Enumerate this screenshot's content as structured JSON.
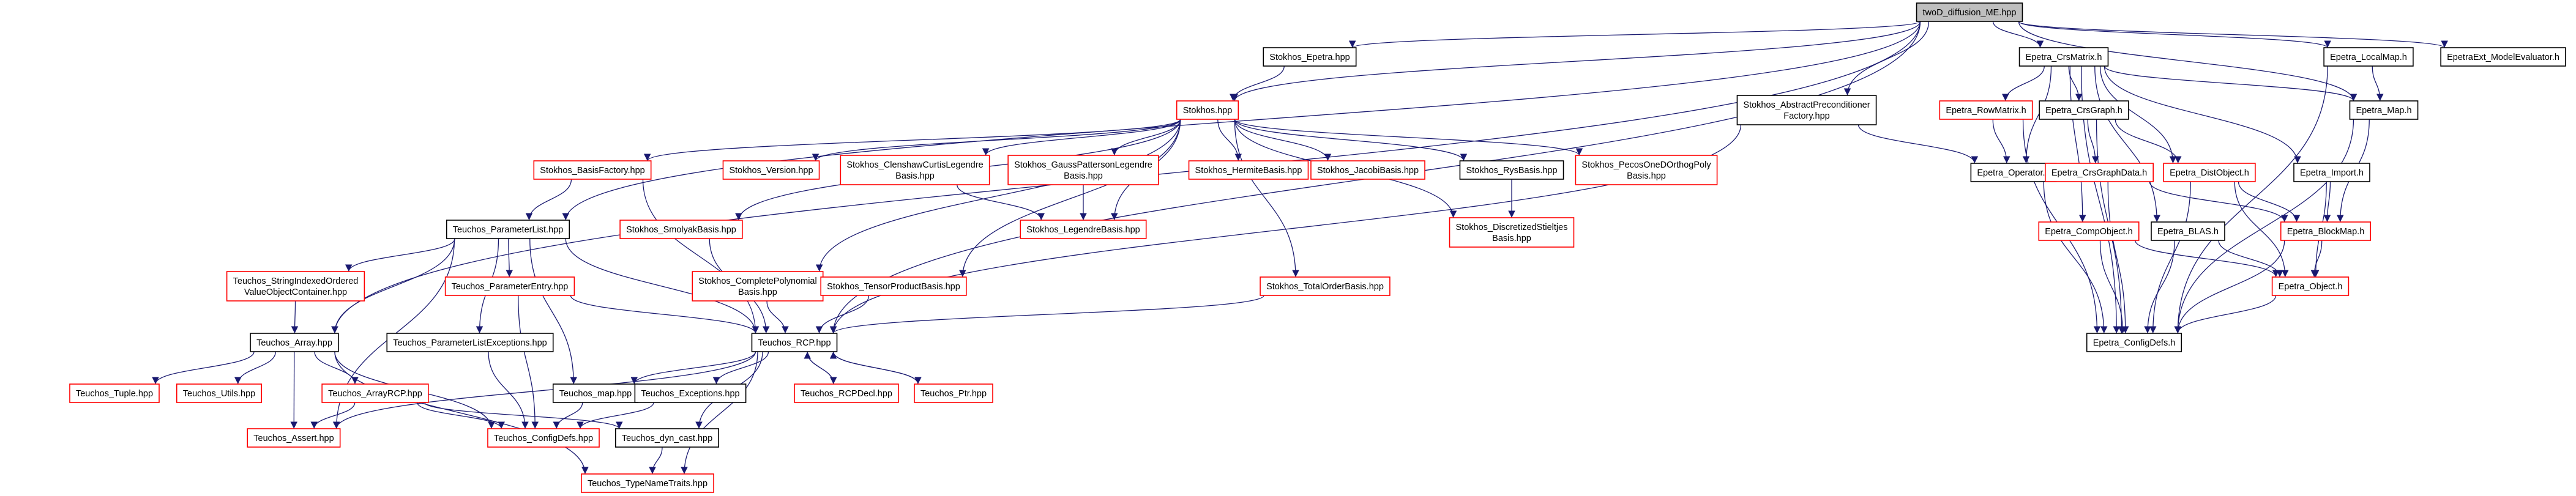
{
  "diagram": {
    "type": "include-dependency-graph",
    "colors": {
      "edge": "#191970",
      "root_fill": "#bfbfbf",
      "node_fill": "#ffffff",
      "border_black": "#000000",
      "border_red": "#ff0000"
    },
    "nodes": [
      {
        "id": "root",
        "lines": [
          "twoD_diffusion_ME.hpp"
        ],
        "style": "root"
      },
      {
        "id": "stokhos_epetra",
        "lines": [
          "Stokhos_Epetra.hpp"
        ],
        "style": "black"
      },
      {
        "id": "stokhos_hpp",
        "lines": [
          "Stokhos.hpp"
        ],
        "style": "red"
      },
      {
        "id": "abstract_precond",
        "lines": [
          "Stokhos_AbstractPreconditioner",
          "Factory.hpp"
        ],
        "style": "black"
      },
      {
        "id": "crsmatrix",
        "lines": [
          "Epetra_CrsMatrix.h"
        ],
        "style": "black"
      },
      {
        "id": "localmap",
        "lines": [
          "Epetra_LocalMap.h"
        ],
        "style": "black"
      },
      {
        "id": "model_evaluator",
        "lines": [
          "EpetraExt_ModelEvaluator.h"
        ],
        "style": "black"
      },
      {
        "id": "basis_factory",
        "lines": [
          "Stokhos_BasisFactory.hpp"
        ],
        "style": "red"
      },
      {
        "id": "version",
        "lines": [
          "Stokhos_Version.hpp"
        ],
        "style": "red"
      },
      {
        "id": "clenshaw",
        "lines": [
          "Stokhos_ClenshawCurtisLegendre",
          "Basis.hpp"
        ],
        "style": "red"
      },
      {
        "id": "gauss_patterson",
        "lines": [
          "Stokhos_GaussPattersonLegendre",
          "Basis.hpp"
        ],
        "style": "red"
      },
      {
        "id": "hermite",
        "lines": [
          "Stokhos_HermiteBasis.hpp"
        ],
        "style": "red"
      },
      {
        "id": "jacobi",
        "lines": [
          "Stokhos_JacobiBasis.hpp"
        ],
        "style": "red"
      },
      {
        "id": "rys",
        "lines": [
          "Stokhos_RysBasis.hpp"
        ],
        "style": "black"
      },
      {
        "id": "pecos",
        "lines": [
          "Stokhos_PecosOneDOrthogPoly",
          "Basis.hpp"
        ],
        "style": "red"
      },
      {
        "id": "rowmatrix",
        "lines": [
          "Epetra_RowMatrix.h"
        ],
        "style": "red"
      },
      {
        "id": "crsgraph",
        "lines": [
          "Epetra_CrsGraph.h"
        ],
        "style": "black"
      },
      {
        "id": "epetra_map",
        "lines": [
          "Epetra_Map.h"
        ],
        "style": "black"
      },
      {
        "id": "paramlist",
        "lines": [
          "Teuchos_ParameterList.hpp"
        ],
        "style": "black"
      },
      {
        "id": "smolyak",
        "lines": [
          "Stokhos_SmolyakBasis.hpp"
        ],
        "style": "red"
      },
      {
        "id": "legendre",
        "lines": [
          "Stokhos_LegendreBasis.hpp"
        ],
        "style": "red"
      },
      {
        "id": "discretized",
        "lines": [
          "Stokhos_DiscretizedStieltjes",
          "Basis.hpp"
        ],
        "style": "red"
      },
      {
        "id": "operator",
        "lines": [
          "Epetra_Operator.h"
        ],
        "style": "black"
      },
      {
        "id": "crsgraphdata",
        "lines": [
          "Epetra_CrsGraphData.h"
        ],
        "style": "red"
      },
      {
        "id": "distobject",
        "lines": [
          "Epetra_DistObject.h"
        ],
        "style": "red"
      },
      {
        "id": "import",
        "lines": [
          "Epetra_Import.h"
        ],
        "style": "black"
      },
      {
        "id": "compobject",
        "lines": [
          "Epetra_CompObject.h"
        ],
        "style": "red"
      },
      {
        "id": "blas",
        "lines": [
          "Epetra_BLAS.h"
        ],
        "style": "black"
      },
      {
        "id": "blockmap",
        "lines": [
          "Epetra_BlockMap.h"
        ],
        "style": "red"
      },
      {
        "id": "string_indexed",
        "lines": [
          "Teuchos_StringIndexedOrdered",
          "ValueObjectContainer.hpp"
        ],
        "style": "red"
      },
      {
        "id": "param_entry",
        "lines": [
          "Teuchos_ParameterEntry.hpp"
        ],
        "style": "red"
      },
      {
        "id": "complete_poly",
        "lines": [
          "Stokhos_CompletePolynomial",
          "Basis.hpp"
        ],
        "style": "red"
      },
      {
        "id": "tensor_product",
        "lines": [
          "Stokhos_TensorProductBasis.hpp"
        ],
        "style": "red"
      },
      {
        "id": "total_order",
        "lines": [
          "Stokhos_TotalOrderBasis.hpp"
        ],
        "style": "red"
      },
      {
        "id": "epetra_object",
        "lines": [
          "Epetra_Object.h"
        ],
        "style": "red"
      },
      {
        "id": "teuchos_array",
        "lines": [
          "Teuchos_Array.hpp"
        ],
        "style": "black"
      },
      {
        "id": "param_list_exc",
        "lines": [
          "Teuchos_ParameterListExceptions.hpp"
        ],
        "style": "black"
      },
      {
        "id": "rcp",
        "lines": [
          "Teuchos_RCP.hpp"
        ],
        "style": "black"
      },
      {
        "id": "configdefs_e",
        "lines": [
          "Epetra_ConfigDefs.h"
        ],
        "style": "black"
      },
      {
        "id": "tuple",
        "lines": [
          "Teuchos_Tuple.hpp"
        ],
        "style": "red"
      },
      {
        "id": "utils",
        "lines": [
          "Teuchos_Utils.hpp"
        ],
        "style": "red"
      },
      {
        "id": "arrayrcp",
        "lines": [
          "Teuchos_ArrayRCP.hpp"
        ],
        "style": "red"
      },
      {
        "id": "teuchos_map",
        "lines": [
          "Teuchos_map.hpp"
        ],
        "style": "black"
      },
      {
        "id": "exceptions",
        "lines": [
          "Teuchos_Exceptions.hpp"
        ],
        "style": "black"
      },
      {
        "id": "rcpdecl",
        "lines": [
          "Teuchos_RCPDecl.hpp"
        ],
        "style": "red"
      },
      {
        "id": "ptr",
        "lines": [
          "Teuchos_Ptr.hpp"
        ],
        "style": "red"
      },
      {
        "id": "assert",
        "lines": [
          "Teuchos_Assert.hpp"
        ],
        "style": "red"
      },
      {
        "id": "configdefs_t",
        "lines": [
          "Teuchos_ConfigDefs.hpp"
        ],
        "style": "red"
      },
      {
        "id": "dyn_cast",
        "lines": [
          "Teuchos_dyn_cast.hpp"
        ],
        "style": "black"
      },
      {
        "id": "typenametraits",
        "lines": [
          "Teuchos_TypeNameTraits.hpp"
        ],
        "style": "red"
      }
    ],
    "edges": [
      [
        "root",
        "stokhos_epetra"
      ],
      [
        "root",
        "stokhos_hpp"
      ],
      [
        "root",
        "abstract_precond"
      ],
      [
        "root",
        "crsmatrix"
      ],
      [
        "root",
        "localmap"
      ],
      [
        "root",
        "model_evaluator"
      ],
      [
        "root",
        "epetra_map"
      ],
      [
        "root",
        "paramlist"
      ],
      [
        "root",
        "teuchos_array"
      ],
      [
        "root",
        "rcp"
      ],
      [
        "stokhos_epetra",
        "stokhos_hpp"
      ],
      [
        "stokhos_hpp",
        "basis_factory"
      ],
      [
        "stokhos_hpp",
        "version"
      ],
      [
        "stokhos_hpp",
        "clenshaw"
      ],
      [
        "stokhos_hpp",
        "gauss_patterson"
      ],
      [
        "stokhos_hpp",
        "hermite"
      ],
      [
        "stokhos_hpp",
        "jacobi"
      ],
      [
        "stokhos_hpp",
        "rys"
      ],
      [
        "stokhos_hpp",
        "pecos"
      ],
      [
        "stokhos_hpp",
        "smolyak"
      ],
      [
        "stokhos_hpp",
        "legendre"
      ],
      [
        "stokhos_hpp",
        "discretized"
      ],
      [
        "stokhos_hpp",
        "complete_poly"
      ],
      [
        "stokhos_hpp",
        "tensor_product"
      ],
      [
        "stokhos_hpp",
        "total_order"
      ],
      [
        "basis_factory",
        "paramlist"
      ],
      [
        "basis_factory",
        "rcp"
      ],
      [
        "clenshaw",
        "legendre"
      ],
      [
        "gauss_patterson",
        "legendre"
      ],
      [
        "rys",
        "discretized"
      ],
      [
        "smolyak",
        "rcp"
      ],
      [
        "complete_poly",
        "rcp"
      ],
      [
        "tensor_product",
        "rcp"
      ],
      [
        "total_order",
        "rcp"
      ],
      [
        "abstract_precond",
        "operator"
      ],
      [
        "abstract_precond",
        "rcp"
      ],
      [
        "crsmatrix",
        "rowmatrix"
      ],
      [
        "crsmatrix",
        "crsgraph"
      ],
      [
        "crsmatrix",
        "epetra_map"
      ],
      [
        "crsmatrix",
        "operator"
      ],
      [
        "crsmatrix",
        "distobject"
      ],
      [
        "crsmatrix",
        "import"
      ],
      [
        "crsmatrix",
        "blas"
      ],
      [
        "crsmatrix",
        "compobject"
      ],
      [
        "crsmatrix",
        "configdefs_e"
      ],
      [
        "localmap",
        "epetra_map"
      ],
      [
        "localmap",
        "configdefs_e"
      ],
      [
        "rowmatrix",
        "operator"
      ],
      [
        "rowmatrix",
        "configdefs_e"
      ],
      [
        "crsgraph",
        "crsgraphdata"
      ],
      [
        "crsgraph",
        "distobject"
      ],
      [
        "crsgraph",
        "configdefs_e"
      ],
      [
        "epetra_map",
        "blockmap"
      ],
      [
        "epetra_map",
        "configdefs_e"
      ],
      [
        "operator",
        "configdefs_e"
      ],
      [
        "crsgraphdata",
        "blockmap"
      ],
      [
        "crsgraphdata",
        "configdefs_e"
      ],
      [
        "distobject",
        "blockmap"
      ],
      [
        "distobject",
        "epetra_object"
      ],
      [
        "distobject",
        "configdefs_e"
      ],
      [
        "import",
        "blockmap"
      ],
      [
        "import",
        "epetra_object"
      ],
      [
        "compobject",
        "epetra_object"
      ],
      [
        "compobject",
        "configdefs_e"
      ],
      [
        "blas",
        "epetra_object"
      ],
      [
        "blas",
        "configdefs_e"
      ],
      [
        "blockmap",
        "epetra_object"
      ],
      [
        "blockmap",
        "configdefs_e"
      ],
      [
        "epetra_object",
        "configdefs_e"
      ],
      [
        "paramlist",
        "string_indexed"
      ],
      [
        "paramlist",
        "param_entry"
      ],
      [
        "paramlist",
        "teuchos_array"
      ],
      [
        "paramlist",
        "param_list_exc"
      ],
      [
        "paramlist",
        "rcp"
      ],
      [
        "paramlist",
        "teuchos_map"
      ],
      [
        "paramlist",
        "assert"
      ],
      [
        "string_indexed",
        "teuchos_array"
      ],
      [
        "param_entry",
        "rcp"
      ],
      [
        "param_entry",
        "configdefs_t"
      ],
      [
        "param_list_exc",
        "configdefs_t"
      ],
      [
        "teuchos_array",
        "tuple"
      ],
      [
        "teuchos_array",
        "utils"
      ],
      [
        "teuchos_array",
        "arrayrcp"
      ],
      [
        "teuchos_array",
        "assert"
      ],
      [
        "teuchos_array",
        "configdefs_t"
      ],
      [
        "teuchos_array",
        "typenametraits"
      ],
      [
        "arrayrcp",
        "assert"
      ],
      [
        "arrayrcp",
        "configdefs_t"
      ],
      [
        "arrayrcp",
        "dyn_cast"
      ],
      [
        "rcp",
        "rcpdecl"
      ],
      [
        "rcp",
        "ptr"
      ],
      [
        "rcp",
        "exceptions"
      ],
      [
        "rcp",
        "assert"
      ],
      [
        "rcp",
        "dyn_cast"
      ],
      [
        "rcp",
        "typenametraits"
      ],
      [
        "rcp",
        "teuchos_map"
      ],
      [
        "teuchos_map",
        "configdefs_t"
      ],
      [
        "exceptions",
        "configdefs_t"
      ],
      [
        "dyn_cast",
        "typenametraits"
      ],
      [
        "rcpdecl",
        "rcp"
      ],
      [
        "ptr",
        "rcp"
      ]
    ]
  }
}
